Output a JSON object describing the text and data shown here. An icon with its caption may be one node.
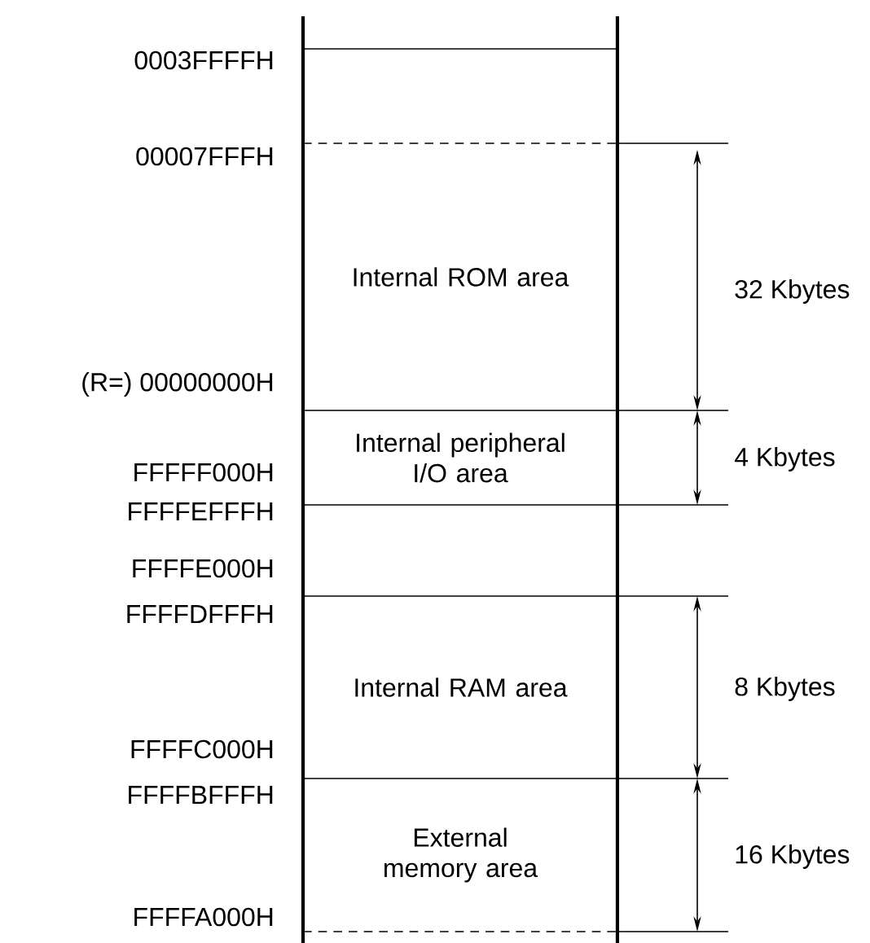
{
  "diagram": {
    "nodes": [
      {
        "text": [
          "Internal ROM area"
        ]
      },
      {
        "text": [
          "Internal peripheral I/O area"
        ]
      },
      {
        "text": [
          "Internal RAM area"
        ]
      },
      {
        "text": [
          "External memory area"
        ]
      }
    ],
    "labels": [
      "0003FFFFH",
      "00007FFFH",
      "32 Kbytes",
      "(R=) 00000000H",
      "4 Kbytes",
      "FFFFF000H",
      "FFFFEFFFH",
      "FFFFE000H",
      "FFFFDFFFH",
      "8 Kbytes",
      "FFFFC000H",
      "FFFFBFFFH",
      "16 Kbytes",
      "FFFFA000H"
    ]
  }
}
